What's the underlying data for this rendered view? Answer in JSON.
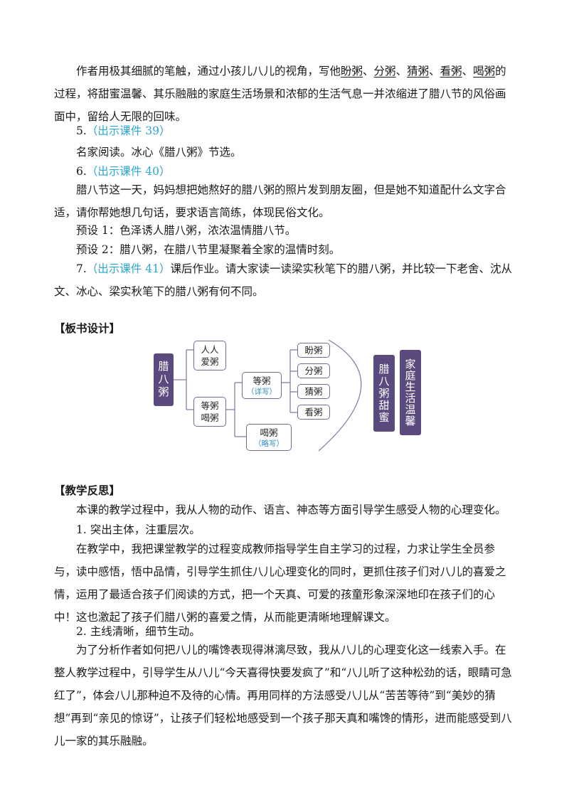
{
  "para1": {
    "pre": "作者用极其细腻的笔触，通过小孩儿八儿的视角，写他",
    "u1": "盼粥",
    "sep1": "、",
    "u2": "分粥",
    "sep2": "、",
    "u3": "猜粥",
    "sep3": "、",
    "u4": "看粥",
    "sep4": "、",
    "u5": "喝粥",
    "post": "的过程，将甜蜜温馨、其乐融融的家庭生活场景和浓郁的生活气息一并浓缩进了腊八节的风俗画面中，留给人无限的回味。"
  },
  "item5": {
    "num": "5.",
    "ref": "（出示课件 39）"
  },
  "reading": "名家阅读。冰心《腊八粥》节选。",
  "item6": {
    "num": "6.",
    "ref": "（出示课件 40）"
  },
  "para6": "腊八节这一天，妈妈想把她熬好的腊八粥的照片发到朋友圈，但是她不知道配什么文字合适，请你帮她想几句话，要求语言简练，体现民俗文化。",
  "preset1": "预设 1：色泽诱人腊八粥，浓浓温情腊八节。",
  "preset2": "预设 2：腊八粥，在腊八节里凝聚着全家的温情时刻。",
  "item7": {
    "num": "7.",
    "ref": "（出示课件 41）",
    "text": "课后作业。请大家读一读梁实秋笔下的腊八粥，并比较一下老舍、沈从文、冰心、梁实秋笔下的腊八粥有何不同。"
  },
  "board_heading": "【板书设计】",
  "board": {
    "left": "腊八粥",
    "node_a": "人人爱粥",
    "node_b": "等粥喝粥",
    "node_wait": "等粥",
    "node_wait_note": "（详写）",
    "node_drink": "喝粥",
    "node_drink_note": "（略写）",
    "leaves": [
      "盼粥",
      "分粥",
      "猜粥",
      "看粥"
    ],
    "right1": "腊八粥甜蜜",
    "right2": "家庭生活温馨"
  },
  "reflect_heading": "【教学反思】",
  "reflect1": "本课的教学过程中，我从人物的动作、语言、神态等方面引导学生感受人物的心理变化。",
  "point1": "1. 突出主体，注重层次。",
  "reflect2": "在教学中，我把课堂教学的过程变成教师指导学生自主学习的过程，力求让学生全员参与，读中感悟，悟中品情，引导学生抓住八儿心理变化的同时，更抓住孩子们对八儿的喜爱之情，运用了最适合孩子们阅读的方式，把一个天真、可爱的孩童形象深深地印在孩子们的心中！这也激起了孩子们腊八粥的喜爱之情，从而能更清晰地理解课文。",
  "point2": "2. 主线清晰，细节生动。",
  "reflect3": "为了分析作者如何把八儿的嘴馋表现得淋漓尽致，我从八儿的心理变化这一线索入手。在整人教学过程中，引导学生从八儿“今天喜得快要发疯了”和“八儿听了这种松劲的话，眼睛可急红了”，体会八儿那种迫不及待的心情。再用同样的方法感受八儿从“苦苦等待”到“美妙的猜想”再到“亲见的惊讶”，让孩子们轻松地感受到一个孩子那天真和嘴馋的情形，进而能感受到八儿一家的其乐融融。"
}
